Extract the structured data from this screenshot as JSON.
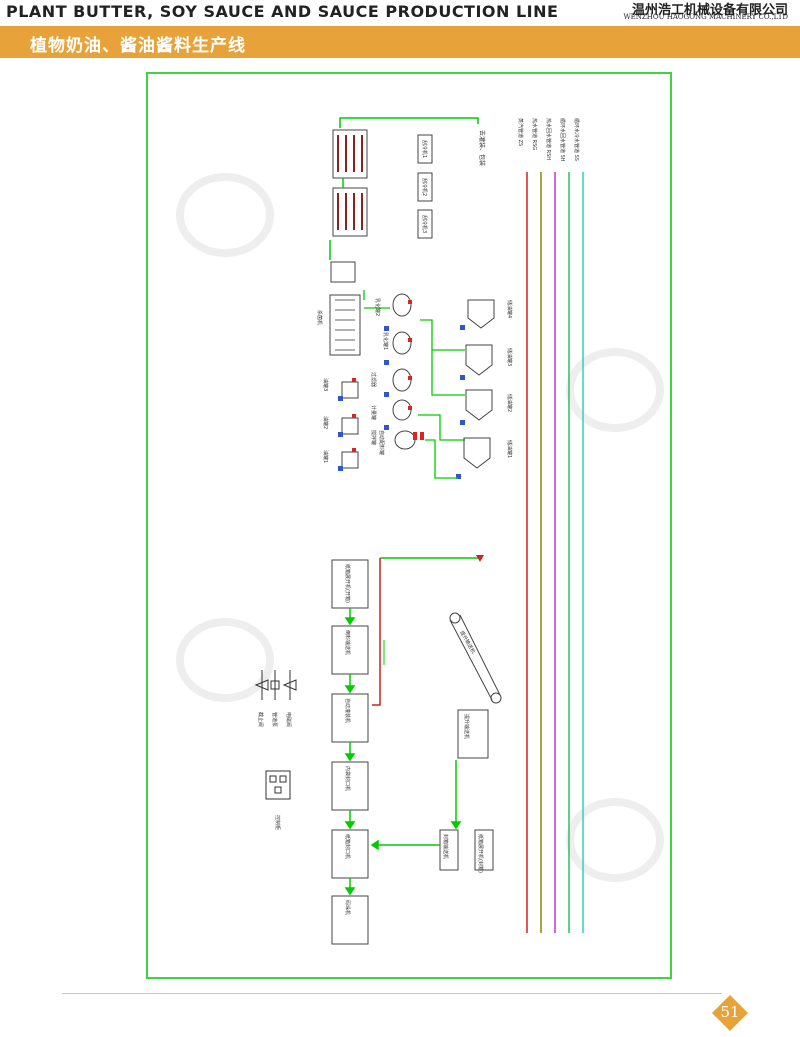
{
  "header": {
    "title_en": "PLANT BUTTER, SOY SAUCE AND SAUCE PRODUCTION LINE",
    "company_cn": "温州浩工机械设备有限公司",
    "company_en": "WENZHOU HAOGONG MACHINERY CO.,LTD"
  },
  "band": {
    "title_cn": "植物奶油、酱油酱料生产线"
  },
  "colors": {
    "accent": "#e7a33a",
    "frame": "#3ed53e",
    "pipe_green": "#00cc00",
    "steam": "#cc2222",
    "circ_return": "#888800",
    "hot_water": "#cc33cc",
    "cold_water": "#33bb66",
    "cyan": "#33cccc"
  },
  "legend_lines": {
    "items": [
      "蒸汽管道 ZS",
      "热水管道 RSG",
      "热水回水管道 RSH",
      "循环水回水管道 SH",
      "循环水冷水管道 SS"
    ]
  },
  "top_section": {
    "outlet_label": "去灌装、包装",
    "tube_labels": [
      "刮冷机1",
      "刮冷机2",
      "刮冷机3"
    ],
    "unit_labels": [
      "杀菌机",
      "乳化罐1",
      "乳化罐2",
      "过滤器",
      "油罐1",
      "油罐2",
      "油罐3",
      "计量罐",
      "搅拌罐",
      "自动配料罐"
    ],
    "tank_labels": [
      "储油罐1",
      "储油罐2",
      "储油罐3",
      "储油罐4"
    ]
  },
  "bottom_section": {
    "boxes": [
      "纸箱展开机(开箱)",
      "倒料输送机",
      "自动灌装机",
      "内袋封口机",
      "纸箱封口机",
      "码垛机"
    ],
    "right_boxes": [
      "提升输送机",
      "封箱输送机",
      "纸箱展开机(封箱)"
    ],
    "conveyor_label": "提升输送机"
  },
  "symbol_legend": {
    "labels": [
      "电磁阀",
      "管道泵",
      "截止阀"
    ],
    "panel_label": "控制柜"
  },
  "footer": {
    "page_number": "51"
  }
}
